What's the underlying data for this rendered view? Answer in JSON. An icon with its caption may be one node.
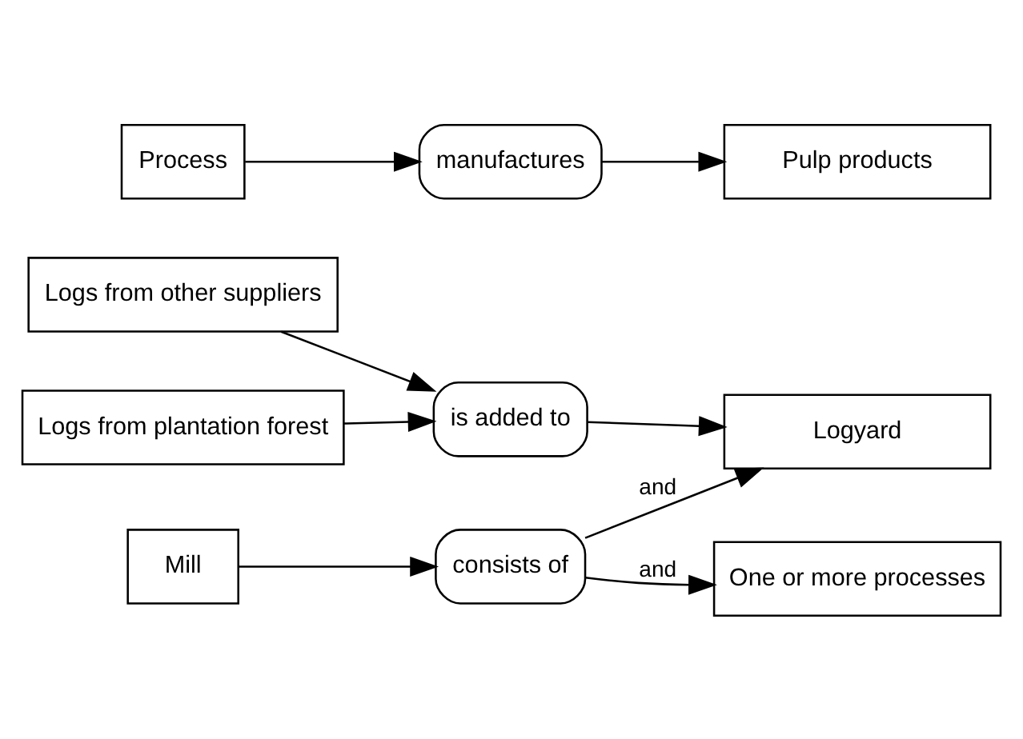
{
  "diagram": {
    "nodes": [
      {
        "text": [
          "Logs from plantation forest"
        ]
      },
      {
        "text": [
          "Logs from other suppliers"
        ]
      },
      {
        "text": [
          "is added to"
        ]
      },
      {
        "text": [
          "Logyard"
        ]
      },
      {
        "text": [
          "Mill"
        ]
      },
      {
        "text": [
          "consists of"
        ]
      },
      {
        "text": [
          "One or more processes"
        ]
      },
      {
        "text": [
          "Process"
        ]
      },
      {
        "text": [
          "manufactures"
        ]
      },
      {
        "text": [
          "Pulp products"
        ]
      }
    ],
    "edges": [
      {
        "from": 0,
        "to": 2,
        "arrow": "to"
      },
      {
        "from": 1,
        "to": 2,
        "arrow": "to"
      },
      {
        "from": 2,
        "to": 3,
        "arrow": "to"
      },
      {
        "from": 4,
        "to": 5,
        "arrow": "to"
      },
      {
        "from": 5,
        "to": 3,
        "arrow": "to",
        "label": "and"
      },
      {
        "from": 5,
        "to": 6,
        "arrow": "to",
        "label": "and"
      },
      {
        "from": 7,
        "to": 8,
        "arrow": "to"
      },
      {
        "from": 8,
        "to": 9,
        "arrow": "to"
      }
    ]
  }
}
